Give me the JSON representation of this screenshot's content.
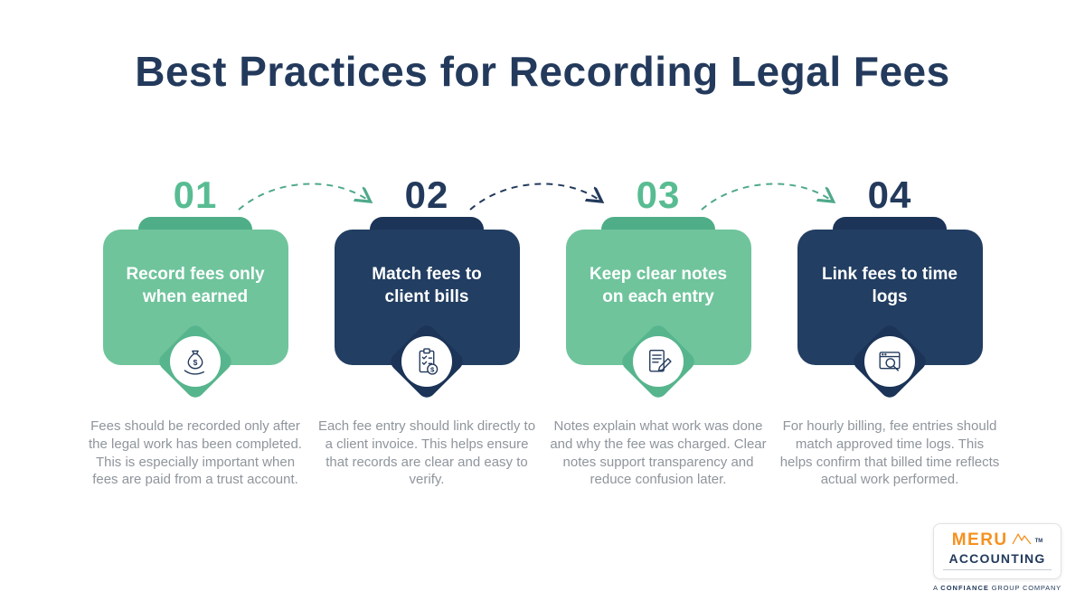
{
  "title": "Best Practices for Recording Legal Fees",
  "steps": [
    {
      "number": "01",
      "theme": "green",
      "title": "Record fees only when earned",
      "icon": "money-bag-hand-icon",
      "description": "Fees should be recorded only after the legal work has been completed. This is especially important when fees are paid from a trust account."
    },
    {
      "number": "02",
      "theme": "navy",
      "title": "Match fees to client bills",
      "icon": "clipboard-checklist-icon",
      "description": "Each fee entry should link directly to a client invoice. This helps ensure that records are clear and easy to verify."
    },
    {
      "number": "03",
      "theme": "green",
      "title": "Keep clear notes on each entry",
      "icon": "document-pen-icon",
      "description": "Notes explain what work was done and why the fee was charged. Clear notes support transparency and reduce confusion later."
    },
    {
      "number": "04",
      "theme": "navy",
      "title": "Link fees to time logs",
      "icon": "time-log-search-icon",
      "description": "For hourly billing, fee entries should match approved time logs. This helps confirm that billed time reflects actual work performed."
    }
  ],
  "colors": {
    "green": "#6FC49C",
    "green_dark": "#4FAE87",
    "navy": "#223E62",
    "navy_dark": "#1B3457",
    "title_text": "#233A5C",
    "description_text": "#8F959C",
    "logo_orange": "#F59120"
  },
  "logo": {
    "brand_top": "MERU",
    "trademark": "TM",
    "brand_bottom": "ACCOUNTING",
    "tagline_prefix": "A",
    "tagline_brand": "CONFIANCE",
    "tagline_suffix": "GROUP COMPANY"
  }
}
